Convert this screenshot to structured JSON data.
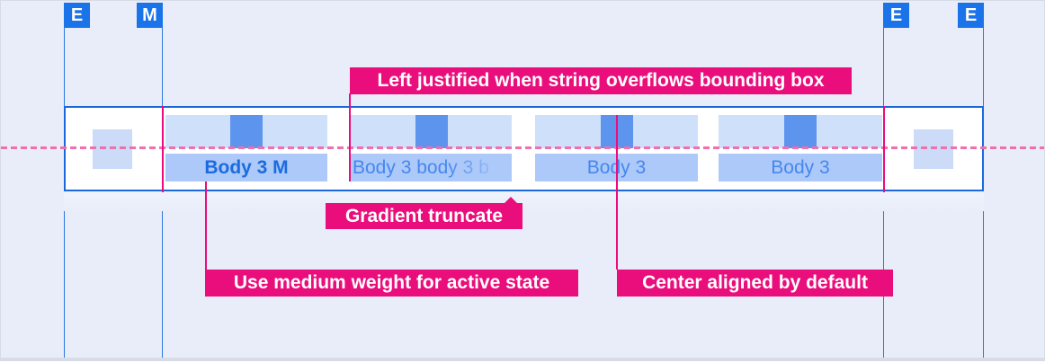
{
  "colors": {
    "background": "#E9EDF9",
    "guide_blue": "#1A73E8",
    "band_border_blue": "#1969DC",
    "tab_icon_blue": "#5D94EE",
    "tab_icon_area_blue": "#CFE0FB",
    "tab_label_bg_blue": "#ACC9FA",
    "margin_square_blue": "#CBDBF8",
    "active_text_blue": "#1B6BDE",
    "inactive_text_blue": "#4687EC",
    "annotation_magenta": "#EA0E7C",
    "dashed_line_pink": "#F170AB"
  },
  "spacing_markers": [
    {
      "label": "E"
    },
    {
      "label": "M"
    },
    {
      "label": "E"
    },
    {
      "label": "E"
    }
  ],
  "tabbar": {
    "tabs": [
      {
        "label": "Body 3 M",
        "state": "active"
      },
      {
        "label": "Body 3 body 3 b",
        "state": "default",
        "truncated": true
      },
      {
        "label": "Body 3",
        "state": "default"
      },
      {
        "label": "Body 3",
        "state": "default"
      }
    ]
  },
  "annotations": [
    {
      "text": "Left justified when string overflows bounding box"
    },
    {
      "text": "Gradient truncate"
    },
    {
      "text": "Use medium weight for active state"
    },
    {
      "text": "Center aligned by default"
    }
  ]
}
